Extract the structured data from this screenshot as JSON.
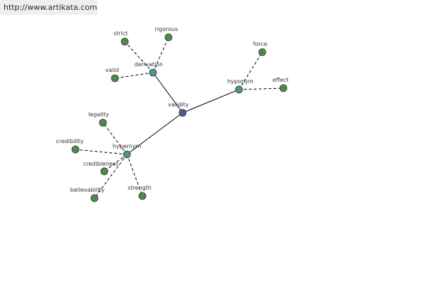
{
  "site": {
    "url": "http://www.artikata.com"
  },
  "colors": {
    "root": "#4a5a9c",
    "relation": "#4e9294",
    "leaf": "#4e8a4a",
    "edge": "#000000",
    "node_stroke": "#2a3a2a"
  },
  "graph": {
    "nodes": [
      {
        "id": "validity",
        "label": "validity",
        "kind": "root"
      },
      {
        "id": "derivation",
        "label": "derivation",
        "kind": "relation"
      },
      {
        "id": "hyponym",
        "label": "hyponym",
        "kind": "relation"
      },
      {
        "id": "hypernym",
        "label": "hypernym",
        "kind": "relation"
      },
      {
        "id": "strict",
        "label": "strict",
        "kind": "leaf"
      },
      {
        "id": "rigorous",
        "label": "rigorous",
        "kind": "leaf"
      },
      {
        "id": "valid",
        "label": "valid",
        "kind": "leaf"
      },
      {
        "id": "force",
        "label": "force",
        "kind": "leaf"
      },
      {
        "id": "effect",
        "label": "effect",
        "kind": "leaf"
      },
      {
        "id": "legality",
        "label": "legality",
        "kind": "leaf"
      },
      {
        "id": "credibility",
        "label": "credibility",
        "kind": "leaf"
      },
      {
        "id": "credibleness",
        "label": "credibleness",
        "kind": "leaf"
      },
      {
        "id": "believability",
        "label": "believability",
        "kind": "leaf"
      },
      {
        "id": "strength",
        "label": "strength",
        "kind": "leaf"
      }
    ],
    "edges": [
      {
        "from": "validity",
        "to": "derivation",
        "style": "solid"
      },
      {
        "from": "validity",
        "to": "hyponym",
        "style": "solid"
      },
      {
        "from": "validity",
        "to": "hypernym",
        "style": "solid"
      },
      {
        "from": "derivation",
        "to": "strict",
        "style": "dashed"
      },
      {
        "from": "derivation",
        "to": "rigorous",
        "style": "dashed"
      },
      {
        "from": "derivation",
        "to": "valid",
        "style": "dashed"
      },
      {
        "from": "hyponym",
        "to": "force",
        "style": "dashed"
      },
      {
        "from": "hyponym",
        "to": "effect",
        "style": "dashed"
      },
      {
        "from": "hypernym",
        "to": "legality",
        "style": "dashed"
      },
      {
        "from": "hypernym",
        "to": "credibility",
        "style": "dashed"
      },
      {
        "from": "hypernym",
        "to": "credibleness",
        "style": "dashed"
      },
      {
        "from": "hypernym",
        "to": "believability",
        "style": "dashed"
      },
      {
        "from": "hypernym",
        "to": "strength",
        "style": "dashed"
      }
    ]
  }
}
